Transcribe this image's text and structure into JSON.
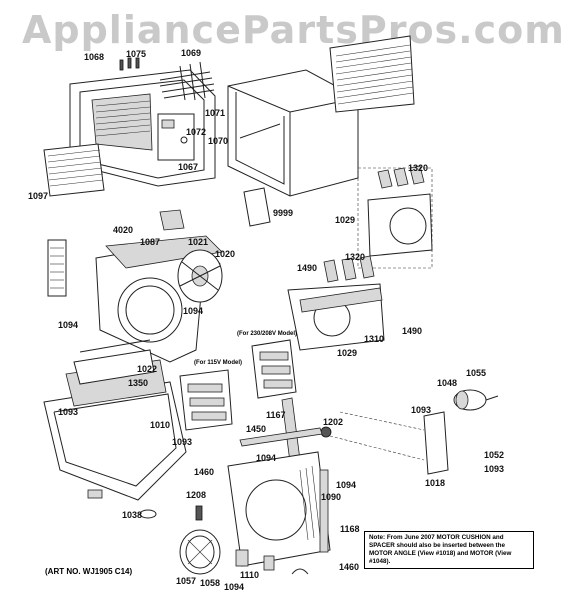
{
  "watermark": "AppliancePartsPros.com",
  "labels": {
    "p1068": "1068",
    "p1075": "1075",
    "p1069": "1069",
    "p1071": "1071",
    "p1072": "1072",
    "p1070": "1070",
    "p1067": "1067",
    "p1097": "1097",
    "p9999": "9999",
    "p1320a": "1320",
    "p1029a": "1029",
    "p4020": "4020",
    "p1087": "1087",
    "p1021": "1021",
    "p1020": "1020",
    "p1094a": "1094",
    "p1094b": "1094",
    "p1490a": "1490",
    "p1320b": "1320",
    "p1310": "1310",
    "p1490b": "1490",
    "p1029b": "1029",
    "p1022": "1022",
    "p1350": "1350",
    "p1093a": "1093",
    "p1010": "1010",
    "p1093b": "1093",
    "p1167": "1167",
    "p1202": "1202",
    "p1450": "1450",
    "p1094c": "1094",
    "p1460a": "1460",
    "p1208": "1208",
    "p1038": "1038",
    "p1094d": "1094",
    "p1090": "1090",
    "p1168": "1168",
    "p1055": "1055",
    "p1048": "1048",
    "p1093c": "1093",
    "p1052": "1052",
    "p1093d": "1093",
    "p1018": "1018",
    "p1057": "1057",
    "p1058": "1058",
    "p1094e": "1094",
    "p1110": "1110",
    "p1460b": "1460"
  },
  "models": {
    "m230": "(For 230/208V Model)",
    "m115": "(For 115V Model)"
  },
  "note": "Note: From June 2007 MOTOR CUSHION and SPACER should also be inserted between the MOTOR ANGLE (View #1018) and MOTOR (View #1048).",
  "art_no": "(ART NO. WJ1905 C14)"
}
